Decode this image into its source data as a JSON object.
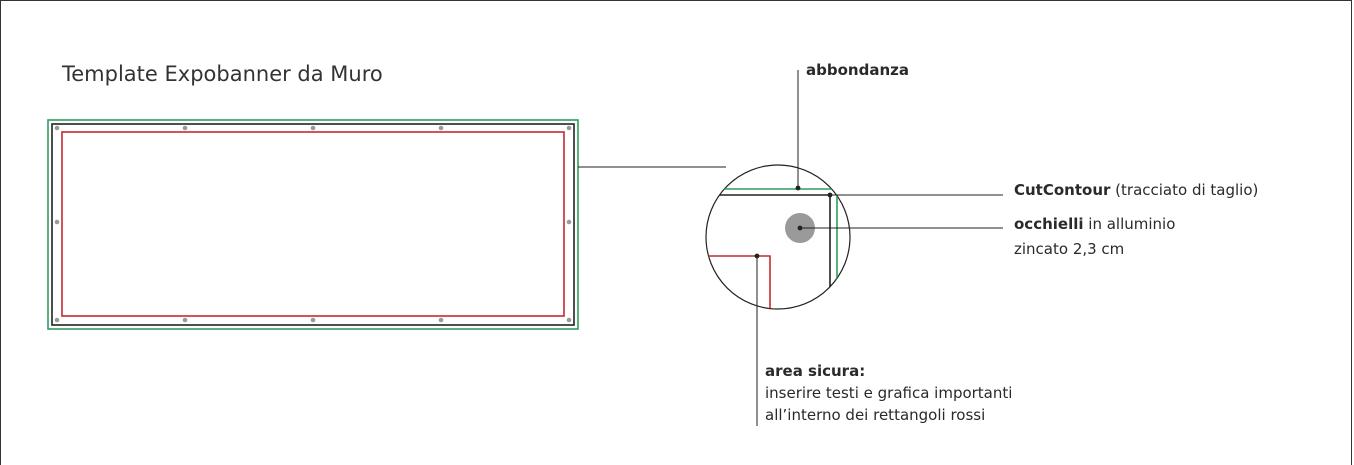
{
  "title": "Template Expobanner da Muro",
  "labels": {
    "abbondanza": "abbondanza",
    "cutcontour_bold": "CutContour",
    "cutcontour_rest": " (tracciato di taglio)",
    "occhielli_bold": "occhielli",
    "occhielli_rest": " in alluminio",
    "occhielli_line2": "zincato 2,3 cm",
    "area_bold": "area sicura:",
    "area_line2": "inserire testi e grafica importanti",
    "area_line3": "all’interno dei rettangoli rossi"
  },
  "colors": {
    "bleed": "#2e9e5b",
    "cut": "#222222",
    "safe": "#c8282e",
    "grommet": "#9a9a9a",
    "line": "#222222"
  }
}
